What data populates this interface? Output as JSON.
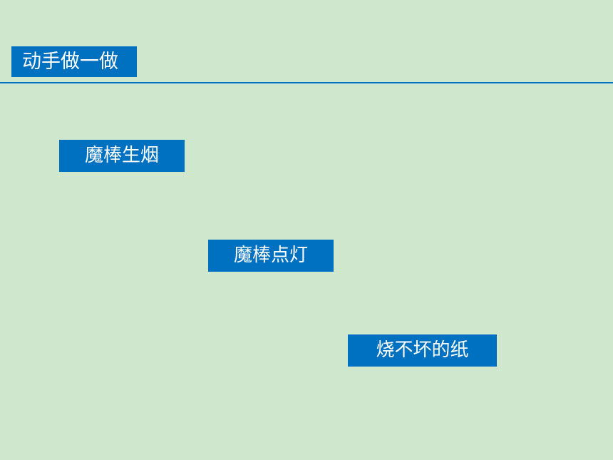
{
  "section": {
    "title": "动手做一做"
  },
  "activities": [
    {
      "label": "魔棒生烟"
    },
    {
      "label": "魔棒点灯"
    },
    {
      "label": "烧不坏的纸"
    }
  ],
  "colors": {
    "background": "#cfe7cc",
    "accent": "#0070c0",
    "text_on_accent": "#ffffff"
  }
}
